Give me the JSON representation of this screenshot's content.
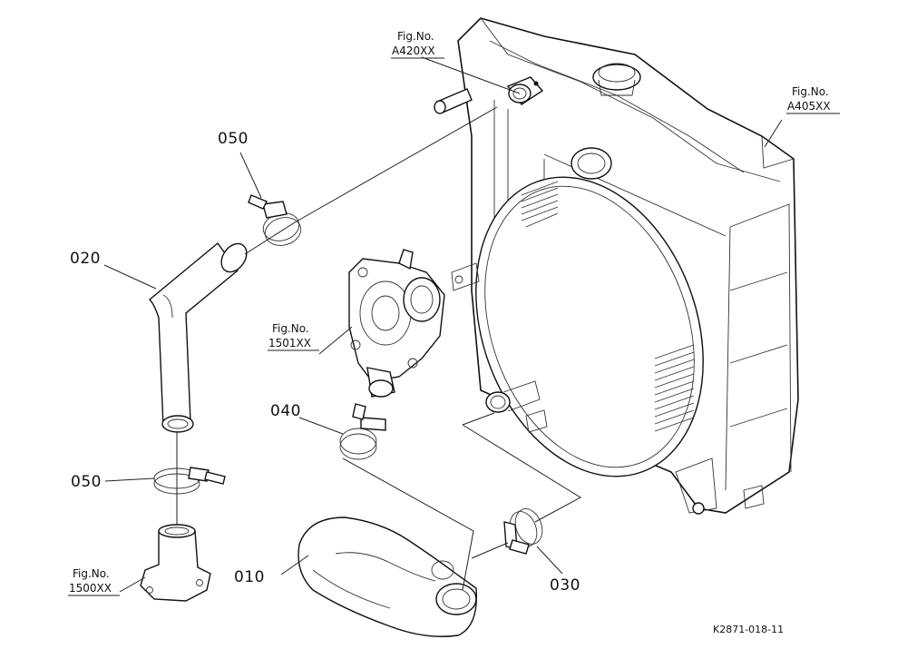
{
  "parts": [
    {
      "id": "p010",
      "number": "010"
    },
    {
      "id": "p020",
      "number": "020"
    },
    {
      "id": "p030",
      "number": "030"
    },
    {
      "id": "p040",
      "number": "040"
    },
    {
      "id": "p050a",
      "number": "050"
    },
    {
      "id": "p050b",
      "number": "050"
    }
  ],
  "fig_refs": [
    {
      "id": "a420",
      "line1": "Fig.No.",
      "line2": "A420XX"
    },
    {
      "id": "a405",
      "line1": "Fig.No.",
      "line2": "A405XX"
    },
    {
      "id": "f1501",
      "line1": "Fig.No.",
      "line2": "1501XX"
    },
    {
      "id": "f1500",
      "line1": "Fig.No.",
      "line2": "1500XX"
    }
  ],
  "drawing_code": "K2871-018-11"
}
